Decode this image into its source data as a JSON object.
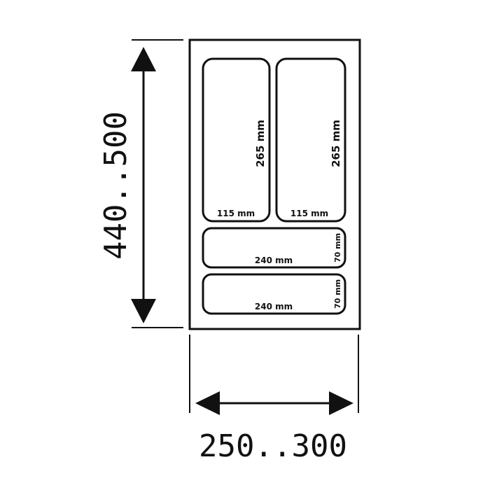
{
  "dimensions": {
    "height_range": "440..500",
    "width_range": "250..300"
  },
  "compartments": [
    {
      "id": "left-tall",
      "width_label": "115 mm",
      "height_label": "265 mm"
    },
    {
      "id": "right-tall",
      "width_label": "115 mm",
      "height_label": "265 mm"
    },
    {
      "id": "middle-wide",
      "width_label": "240 mm",
      "height_label": "70 mm"
    },
    {
      "id": "bottom-wide",
      "width_label": "240 mm",
      "height_label": "70 mm"
    }
  ]
}
